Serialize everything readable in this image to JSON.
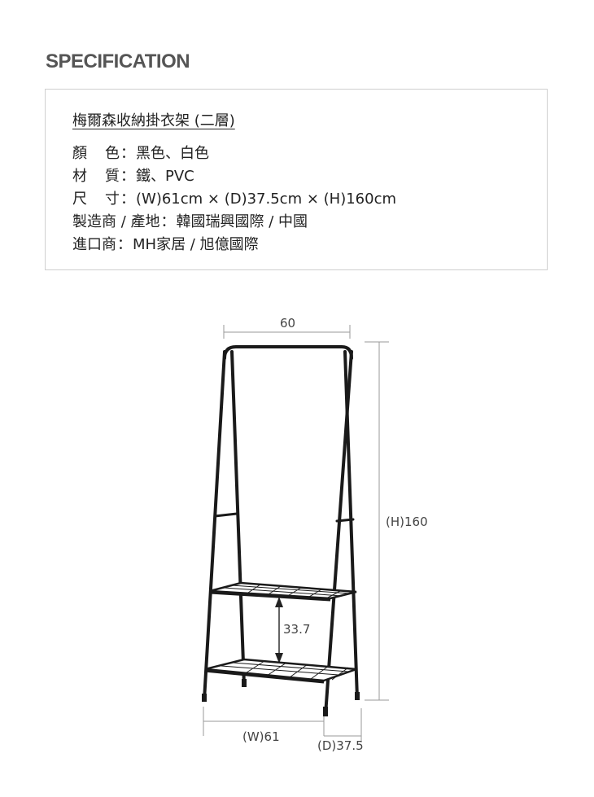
{
  "heading": "SPECIFICATION",
  "product_title": "梅爾森收納掛衣架 (二層)",
  "specs": [
    {
      "label_chars": [
        "顏",
        "色"
      ],
      "separator": "：",
      "value": "黑色、白色"
    },
    {
      "label_chars": [
        "材",
        "質"
      ],
      "separator": "：",
      "value": "鐵、PVC"
    },
    {
      "label_chars": [
        "尺",
        "寸"
      ],
      "separator": "：",
      "value": "(W)61cm × (D)37.5cm × (H)160cm"
    },
    {
      "label_chars": [
        "製造商 / 產地"
      ],
      "separator": "：",
      "value": "韓國瑞興國際 / 中國"
    },
    {
      "label_chars": [
        "進口商"
      ],
      "separator": "：",
      "value": "MH家居 / 旭億國際"
    }
  ],
  "dimensions": {
    "top_width": "60",
    "height": "(H)160",
    "shelf_gap": "33.7",
    "width": "(W)61",
    "depth": "(D)37.5"
  }
}
